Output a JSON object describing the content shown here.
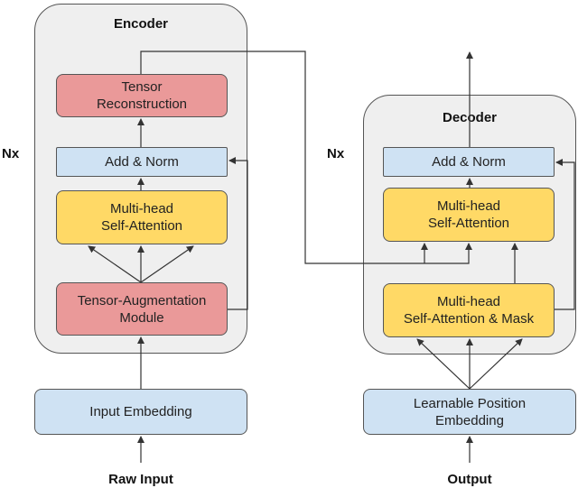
{
  "encoder": {
    "title": "Encoder",
    "repeat_label": "Nx",
    "tensor_reconstruction": "Tensor\nReconstruction",
    "add_norm": "Add & Norm",
    "self_attention": "Multi-head\nSelf-Attention",
    "tensor_augmentation": "Tensor-Augmentation\nModule",
    "input_embedding": "Input Embedding",
    "input_label": "Raw Input"
  },
  "decoder": {
    "title": "Decoder",
    "repeat_label": "Nx",
    "add_norm": "Add & Norm",
    "self_attention": "Multi-head\nSelf-Attention",
    "masked_attention": "Multi-head\nSelf-Attention & Mask",
    "position_embedding": "Learnable Position\nEmbedding",
    "input_label": "Output"
  }
}
